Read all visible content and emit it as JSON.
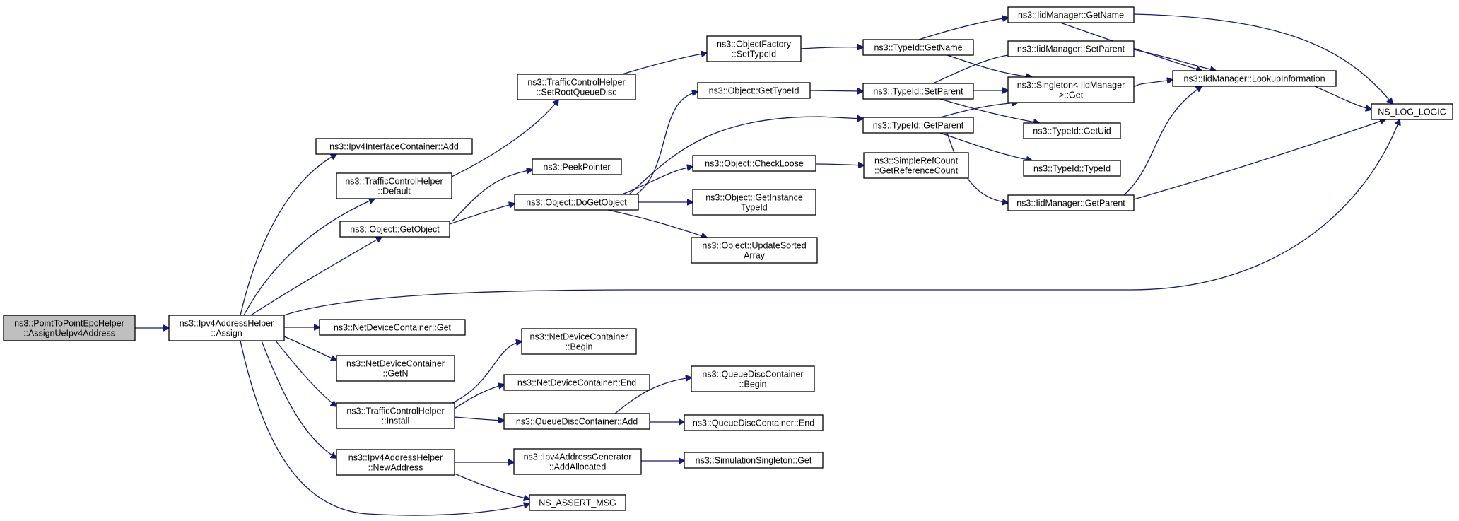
{
  "colors": {
    "edge": "#191970",
    "root_fill": "#bfbfbf",
    "node_fill": "#ffffff",
    "border": "#000000"
  },
  "nodes": {
    "root": {
      "lines": [
        "ns3::PointToPointEpcHelper",
        "::AssignUeIpv4Address"
      ]
    },
    "assign": {
      "lines": [
        "ns3::Ipv4AddressHelper",
        "::Assign"
      ]
    },
    "ipv4ic_add": {
      "lines": [
        "ns3::Ipv4InterfaceContainer::Add"
      ]
    },
    "tch_default": {
      "lines": [
        "ns3::TrafficControlHelper",
        "::Default"
      ]
    },
    "obj_getobject": {
      "lines": [
        "ns3::Object::GetObject"
      ]
    },
    "ndc_get": {
      "lines": [
        "ns3::NetDeviceContainer::Get"
      ]
    },
    "ndc_getn": {
      "lines": [
        "ns3::NetDeviceContainer",
        "::GetN"
      ]
    },
    "tch_install": {
      "lines": [
        "ns3::TrafficControlHelper",
        "::Install"
      ]
    },
    "ipv4ah_newaddr": {
      "lines": [
        "ns3::Ipv4AddressHelper",
        "::NewAddress"
      ]
    },
    "tch_setroot": {
      "lines": [
        "ns3::TrafficControlHelper",
        "::SetRootQueueDisc"
      ]
    },
    "peekpointer": {
      "lines": [
        "ns3::PeekPointer"
      ]
    },
    "obj_dogetobject": {
      "lines": [
        "ns3::Object::DoGetObject"
      ]
    },
    "ndc_begin": {
      "lines": [
        "ns3::NetDeviceContainer",
        "::Begin"
      ]
    },
    "ndc_end": {
      "lines": [
        "ns3::NetDeviceContainer::End"
      ]
    },
    "qdc_add": {
      "lines": [
        "ns3::QueueDiscContainer::Add"
      ]
    },
    "ipv4ag_addalloc": {
      "lines": [
        "ns3::Ipv4AddressGenerator",
        "::AddAllocated"
      ]
    },
    "ns_assert_msg": {
      "lines": [
        "NS_ASSERT_MSG"
      ]
    },
    "objfactory_settypeid": {
      "lines": [
        "ns3::ObjectFactory",
        "::SetTypeId"
      ]
    },
    "obj_gettypeid": {
      "lines": [
        "ns3::Object::GetTypeId"
      ]
    },
    "obj_checkloose": {
      "lines": [
        "ns3::Object::CheckLoose"
      ]
    },
    "obj_getinstancetypeid": {
      "lines": [
        "ns3::Object::GetInstance",
        "TypeId"
      ]
    },
    "obj_updatesortedarray": {
      "lines": [
        "ns3::Object::UpdateSorted",
        "Array"
      ]
    },
    "qdc_begin": {
      "lines": [
        "ns3::QueueDiscContainer",
        "::Begin"
      ]
    },
    "qdc_end": {
      "lines": [
        "ns3::QueueDiscContainer::End"
      ]
    },
    "simsingleton_get": {
      "lines": [
        "ns3::SimulationSingleton::Get"
      ]
    },
    "typeid_getname": {
      "lines": [
        "ns3::TypeId::GetName"
      ]
    },
    "typeid_setparent": {
      "lines": [
        "ns3::TypeId::SetParent"
      ]
    },
    "typeid_getparent": {
      "lines": [
        "ns3::TypeId::GetParent"
      ]
    },
    "simplerefcount": {
      "lines": [
        "ns3::SimpleRefCount",
        "::GetReferenceCount"
      ]
    },
    "iidm_getname": {
      "lines": [
        "ns3::IidManager::GetName"
      ]
    },
    "iidm_setparent": {
      "lines": [
        "ns3::IidManager::SetParent"
      ]
    },
    "singleton_get": {
      "lines": [
        "ns3::Singleton< IidManager",
        " >::Get"
      ]
    },
    "typeid_getuid": {
      "lines": [
        "ns3::TypeId::GetUid"
      ]
    },
    "typeid_typeid": {
      "lines": [
        "ns3::TypeId::TypeId"
      ]
    },
    "iidm_getparent": {
      "lines": [
        "ns3::IidManager::GetParent"
      ]
    },
    "iidm_lookup": {
      "lines": [
        "ns3::IidManager::LookupInformation"
      ]
    },
    "ns_log_logic": {
      "lines": [
        "NS_LOG_LOGIC"
      ]
    }
  }
}
